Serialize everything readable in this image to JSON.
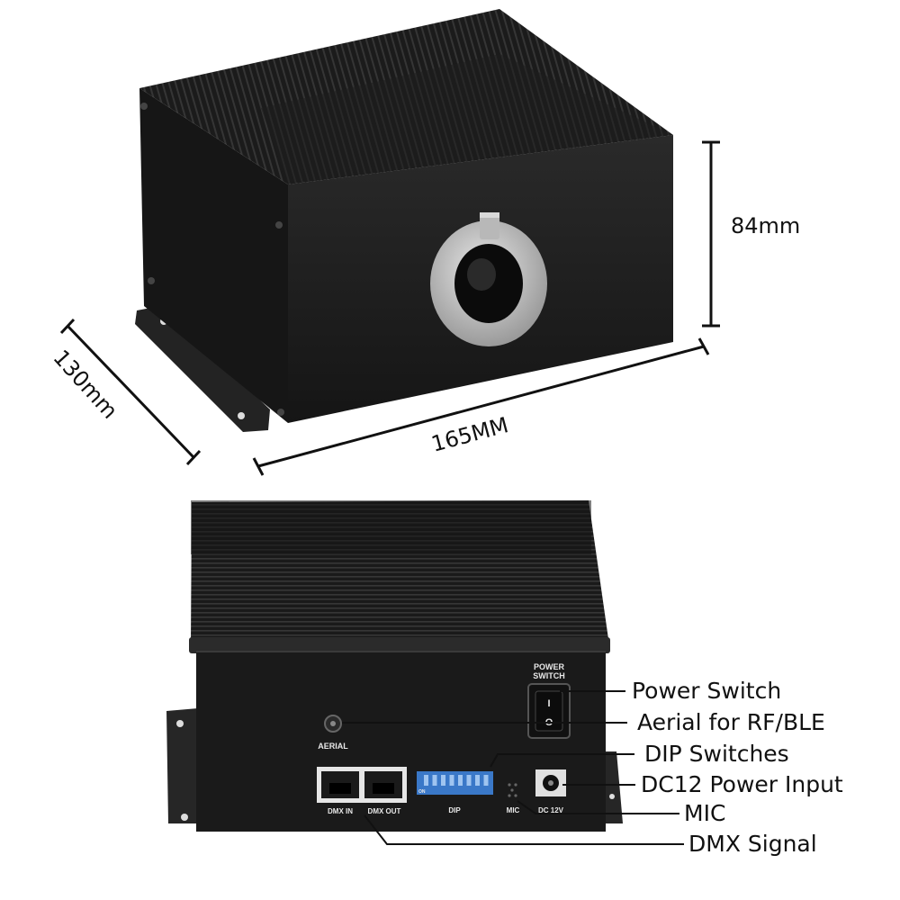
{
  "dimensions": {
    "height": "84mm",
    "depth": "130mm",
    "width": "165MM"
  },
  "panel_labels": {
    "power_switch": "POWER\nSWITCH",
    "switch_on": "I",
    "switch_off": "O",
    "aerial": "AERIAL",
    "dmx_in": "DMX IN",
    "dmx_out": "DMX OUT",
    "dip": "DIP",
    "dip_on": "ON",
    "mic": "MIC",
    "dc": "DC 12V"
  },
  "callouts": {
    "power_switch": "Power Switch",
    "aerial": "Aerial for RF/BLE",
    "dip": "DIP Switches",
    "dc": "DC12 Power Input",
    "mic": "MIC",
    "dmx": "DMX Signal"
  },
  "colors": {
    "housing": "#1c1c1c",
    "ring": "#c8c8c8",
    "dip": "#3a78c8"
  }
}
